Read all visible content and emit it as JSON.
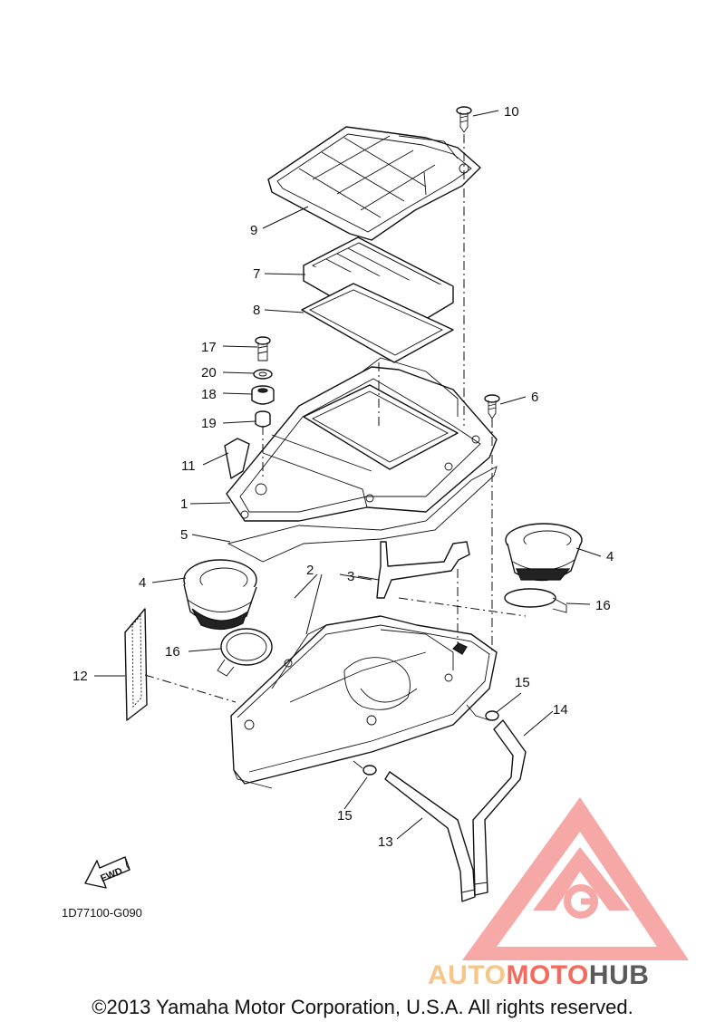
{
  "callouts": {
    "c1": "1",
    "c2": "2",
    "c3": "3",
    "c4a": "4",
    "c4b": "4",
    "c5": "5",
    "c6": "6",
    "c7": "7",
    "c8": "8",
    "c9": "9",
    "c10": "10",
    "c11": "11",
    "c12": "12",
    "c13": "13",
    "c14": "14",
    "c15a": "15",
    "c15b": "15",
    "c16a": "16",
    "c16b": "16",
    "c17": "17",
    "c18": "18",
    "c19": "19",
    "c20": "20"
  },
  "direction_label": "FWD",
  "diagram_code": "1D77100-G090",
  "watermark": {
    "part1": "AUTO",
    "part2": "MOTO",
    "part3": "HUB",
    "colors": {
      "auto": "#f7c48a",
      "moto": "#f26b5c",
      "hub": "#5a5a5a",
      "logo": "#f49a96"
    }
  },
  "copyright": "©2013 Yamaha Motor Corporation, U.S.A. All rights reserved."
}
